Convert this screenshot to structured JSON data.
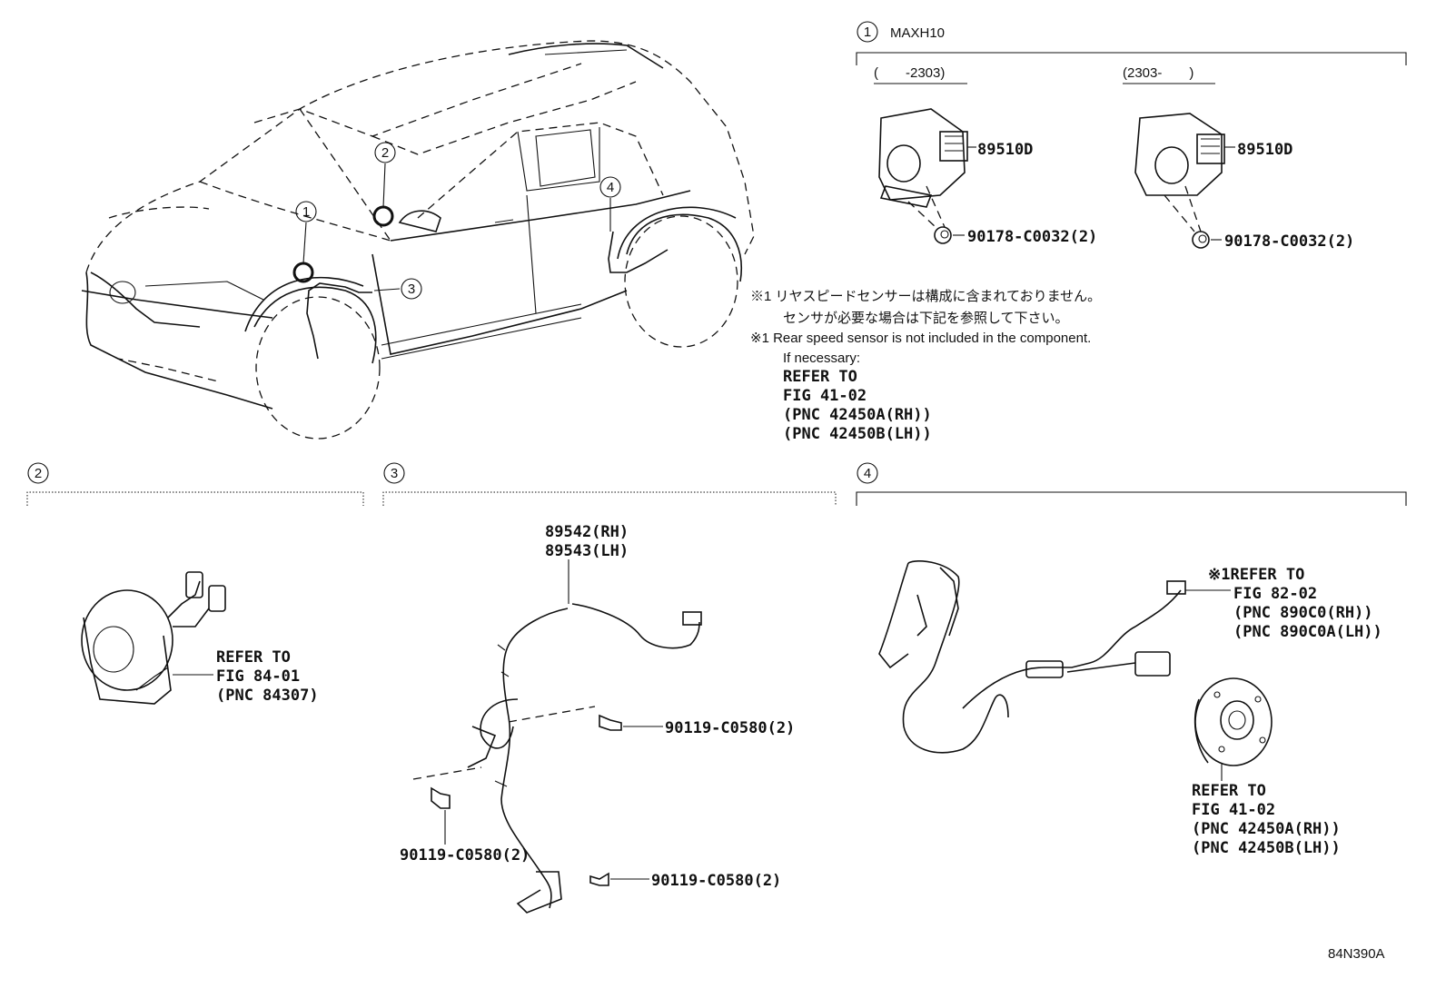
{
  "diagram_code": "84N390A",
  "section1": {
    "number": "1",
    "model": "MAXH10",
    "left": {
      "range": "(　　-2303)",
      "part": "89510D",
      "screw": "90178-C0032(2)"
    },
    "right": {
      "range": "(2303-　　)",
      "part": "89510D",
      "screw": "90178-C0032(2)"
    }
  },
  "note": {
    "jp_line1": "※1 リヤスピードセンサーは構成に含まれておりません。",
    "jp_line2": "センサが必要な場合は下記を参照して下さい。",
    "en_line1": "※1 Rear speed sensor is not included in the component.",
    "en_line2": "If necessary:",
    "ref1": "REFER TO",
    "ref2": "FIG 41-02",
    "ref3": "(PNC 42450A(RH))",
    "ref4": "(PNC 42450B(LH))"
  },
  "car_callouts": [
    "1",
    "2",
    "3",
    "4"
  ],
  "section2": {
    "number": "2",
    "ref1": "REFER TO",
    "ref2": "FIG 84-01",
    "ref3": "(PNC 84307)"
  },
  "section3": {
    "number": "3",
    "part_rh": "89542(RH)",
    "part_lh": "89543(LH)",
    "bolt_a": "90119-C0580(2)",
    "bolt_b": "90119-C0580(2)",
    "bolt_c": "90119-C0580(2)"
  },
  "section4": {
    "number": "4",
    "sensor_ref1": "※1REFER TO",
    "sensor_ref2": "FIG 82-02",
    "sensor_ref3": "(PNC 890C0(RH))",
    "sensor_ref4": "(PNC 890C0A(LH))",
    "hub_ref1": "REFER TO",
    "hub_ref2": "FIG 41-02",
    "hub_ref3": "(PNC 42450A(RH))",
    "hub_ref4": "(PNC 42450B(LH))"
  }
}
